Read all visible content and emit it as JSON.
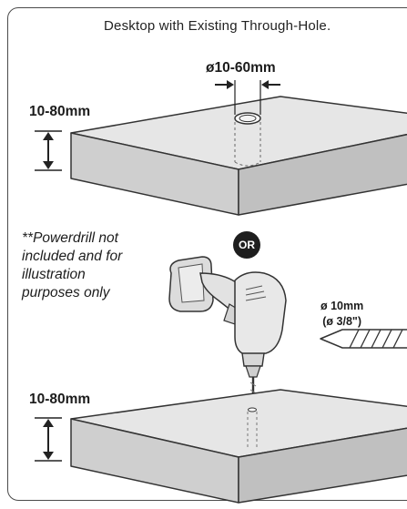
{
  "title": "Desktop with Existing Through-Hole.",
  "hole_diameter_label": "ø10-60mm",
  "top_thickness_label": "10-80mm",
  "bottom_thickness_label": "10-80mm",
  "or_badge": "OR",
  "note": {
    "line1": "**Powerdrill not",
    "line2": "included and for",
    "line3": "illustration",
    "line4": "purposes only"
  },
  "drill_bit": {
    "line1": "ø 10mm",
    "line2": "(ø 3/8\")"
  },
  "icons": [
    "desktop-slab",
    "through-hole",
    "power-drill",
    "drill-bit",
    "dimension-arrow"
  ]
}
